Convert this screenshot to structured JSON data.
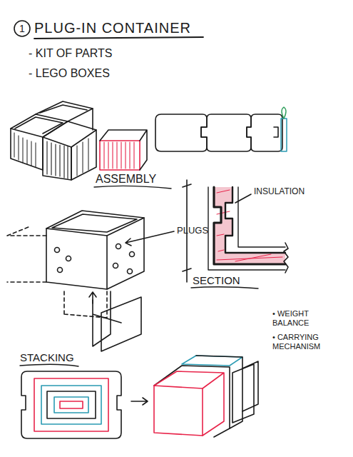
{
  "diagram": {
    "title": "PLUG-IN CONTAINER",
    "labels": [
      "1",
      "- KIT OF PARTS",
      "- LEGO BOXES",
      "ASSEMBLY",
      "PLUGS",
      "INSULATION",
      "SECTION",
      "• WEIGHT BALANCE",
      "• CARRYING MECHANISM",
      "STACKING"
    ]
  }
}
